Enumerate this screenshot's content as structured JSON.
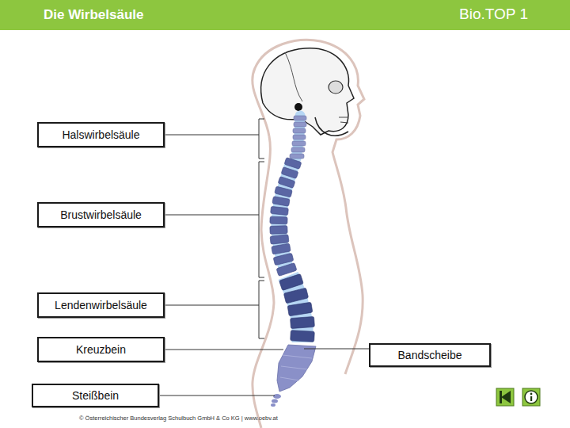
{
  "diagram": {
    "title": "Die Wirbelsäule",
    "nodes": [
      {
        "text": [
          "Halswirbelsäule"
        ]
      },
      {
        "text": [
          "Brustwirbelsäule"
        ]
      },
      {
        "text": [
          "Lendenwirbelsäule"
        ]
      },
      {
        "text": [
          "Kreuzbein"
        ]
      },
      {
        "text": [
          "Steißbein"
        ]
      },
      {
        "text": [
          "Bandscheibe"
        ]
      }
    ],
    "labels": [
      "Bio.TOP 1",
      "© Österreichischer Bundesverlag Schulbuch GmbH & Co KG | www.oebv.at"
    ]
  }
}
